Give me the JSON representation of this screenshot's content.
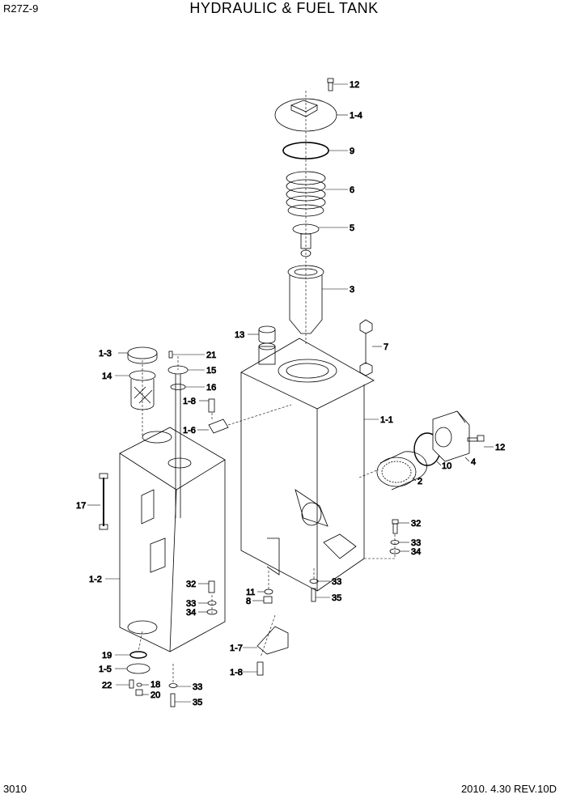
{
  "header": {
    "model": "R27Z-9",
    "title": "HYDRAULIC & FUEL TANK"
  },
  "footer": {
    "page": "3010",
    "revision": "2010. 4.30  REV.10D"
  },
  "callouts": {
    "c12a": "12",
    "c1_4": "1-4",
    "c9": "9",
    "c6": "6",
    "c5": "5",
    "c3": "3",
    "c13": "13",
    "c7": "7",
    "c1_3": "1-3",
    "c21": "21",
    "c14": "14",
    "c15": "15",
    "c16": "16",
    "c1_8a": "1-8",
    "c1_6": "1-6",
    "c1_1": "1-1",
    "c12b": "12",
    "c10": "10",
    "c4": "4",
    "c2": "2",
    "c17": "17",
    "c32a": "32",
    "c33a": "33",
    "c34a": "34",
    "c1_2": "1-2",
    "c32b": "32",
    "c33b": "33",
    "c34b": "34",
    "c11": "11",
    "c8": "8",
    "c33c": "33",
    "c35a": "35",
    "c19": "19",
    "c1_5": "1-5",
    "c22": "22",
    "c18": "18",
    "c20": "20",
    "c1_7": "1-7",
    "c1_8b": "1-8",
    "c33d": "33",
    "c35b": "35"
  }
}
